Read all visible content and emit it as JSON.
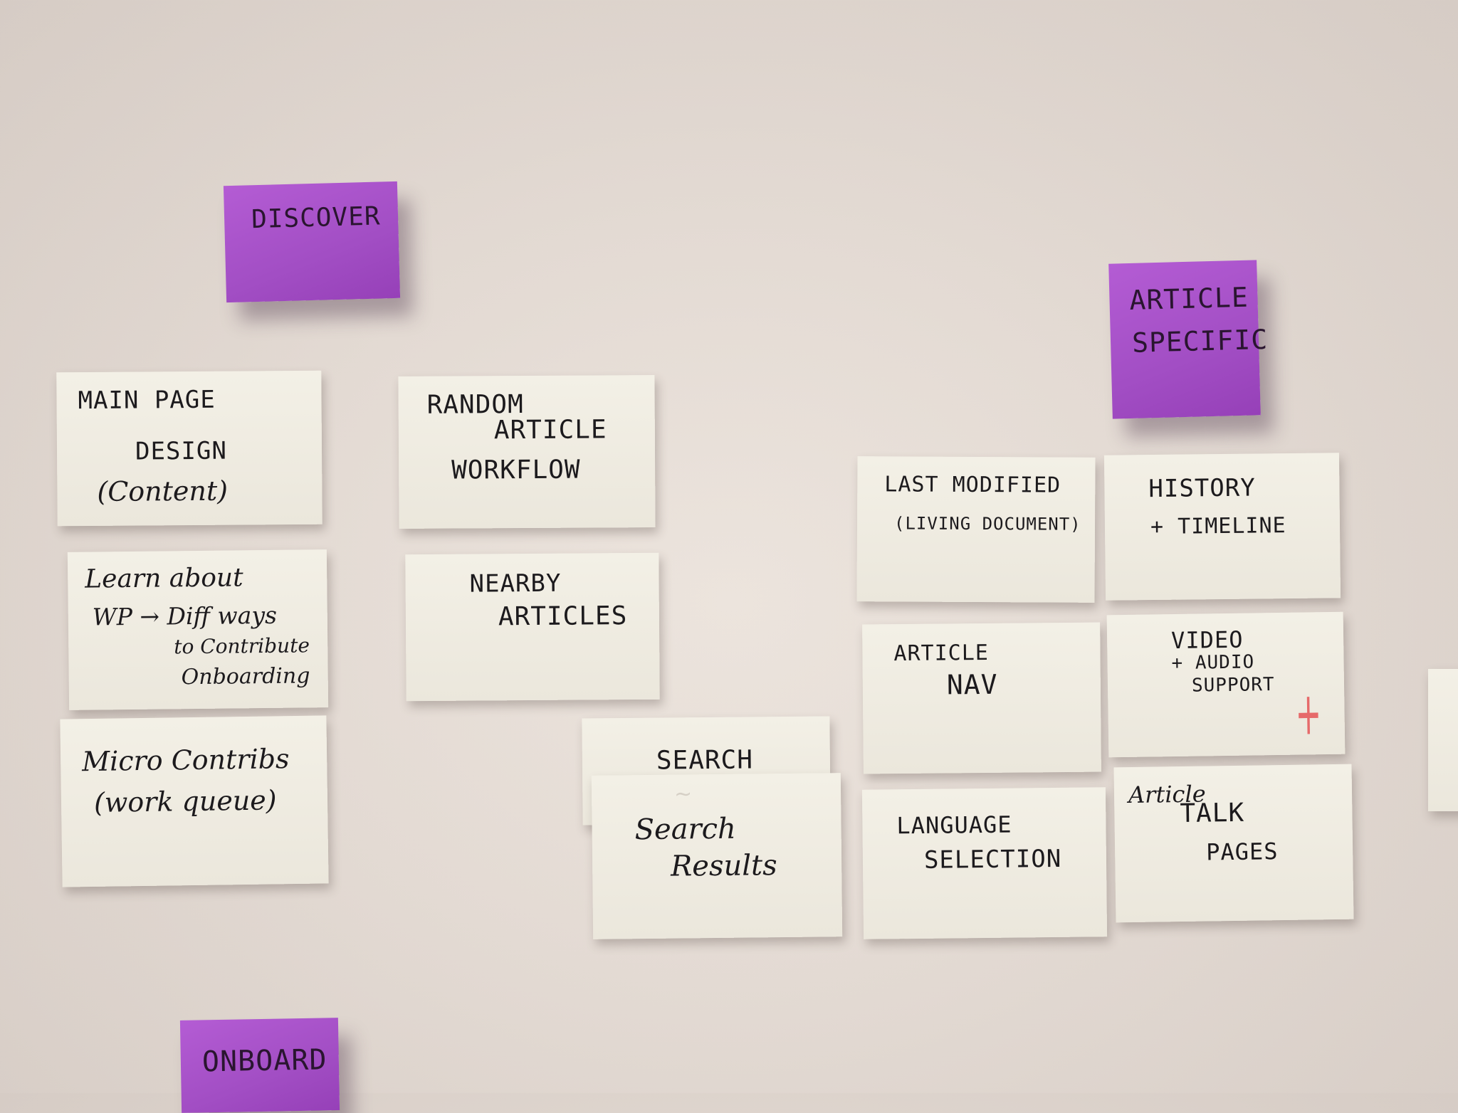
{
  "sticky_notes": {
    "discover": "DISCOVER",
    "article_specific_1": "ARTICLE",
    "article_specific_2": "SPECIFIC",
    "onboard": "ONBOARD"
  },
  "cards": {
    "main_page": [
      "MAIN PAGE",
      "DESIGN",
      "(Content)"
    ],
    "learn_about": [
      "Learn about",
      "WP → Diff ways",
      "to Contribute",
      "Onboarding"
    ],
    "micro_contribs": [
      "Micro Contribs",
      "(work queue)"
    ],
    "random_article": [
      "RANDOM",
      "ARTICLE",
      "WORKFLOW"
    ],
    "nearby_articles": [
      "NEARBY",
      "ARTICLES"
    ],
    "search": [
      "SEARCH"
    ],
    "search_results": [
      "Search",
      "Results"
    ],
    "last_modified": [
      "LAST MODIFIED",
      "(LIVING DOCUMENT)"
    ],
    "history": [
      "HISTORY",
      "+ TIMELINE"
    ],
    "article_nav": [
      "ARTICLE",
      "NAV"
    ],
    "video": [
      "VIDEO",
      "+ AUDIO",
      "SUPPORT"
    ],
    "language": [
      "LANGUAGE",
      "SELECTION"
    ],
    "talk_pages": [
      "Article",
      "TALK",
      "PAGES"
    ]
  },
  "colors": {
    "sticky": "#a24ec4",
    "card": "#efebe1",
    "wall": "#e3dad3",
    "ink": "#1c1a1d"
  }
}
